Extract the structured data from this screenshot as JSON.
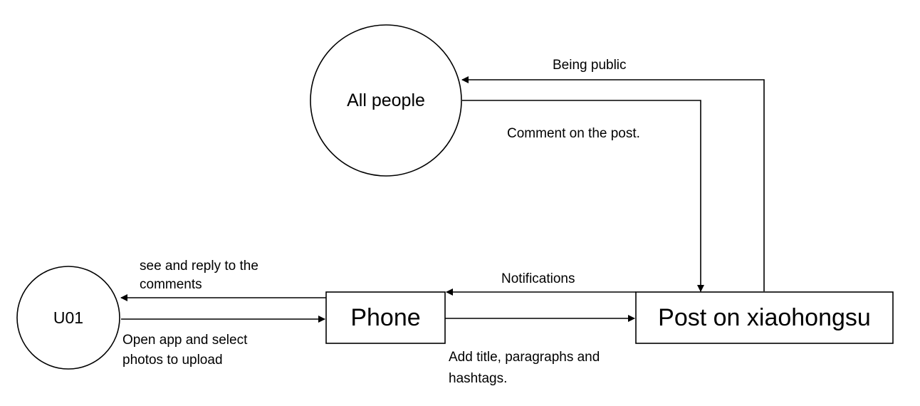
{
  "nodes": {
    "all_people": "All people",
    "u01": "U01",
    "phone": "Phone",
    "post": "Post on xiaohongsu"
  },
  "edges": {
    "being_public": "Being public",
    "comment_on_post": "Comment on the post.",
    "notifications": "Notifications",
    "see_reply_line1": "see and reply to the",
    "see_reply_line2": "comments",
    "open_app_line1": "Open app and select",
    "open_app_line2": "photos to upload",
    "add_title_line1": "Add title, paragraphs and",
    "add_title_line2": "hashtags."
  },
  "colors": {
    "line": "#000000",
    "background": "#ffffff"
  }
}
